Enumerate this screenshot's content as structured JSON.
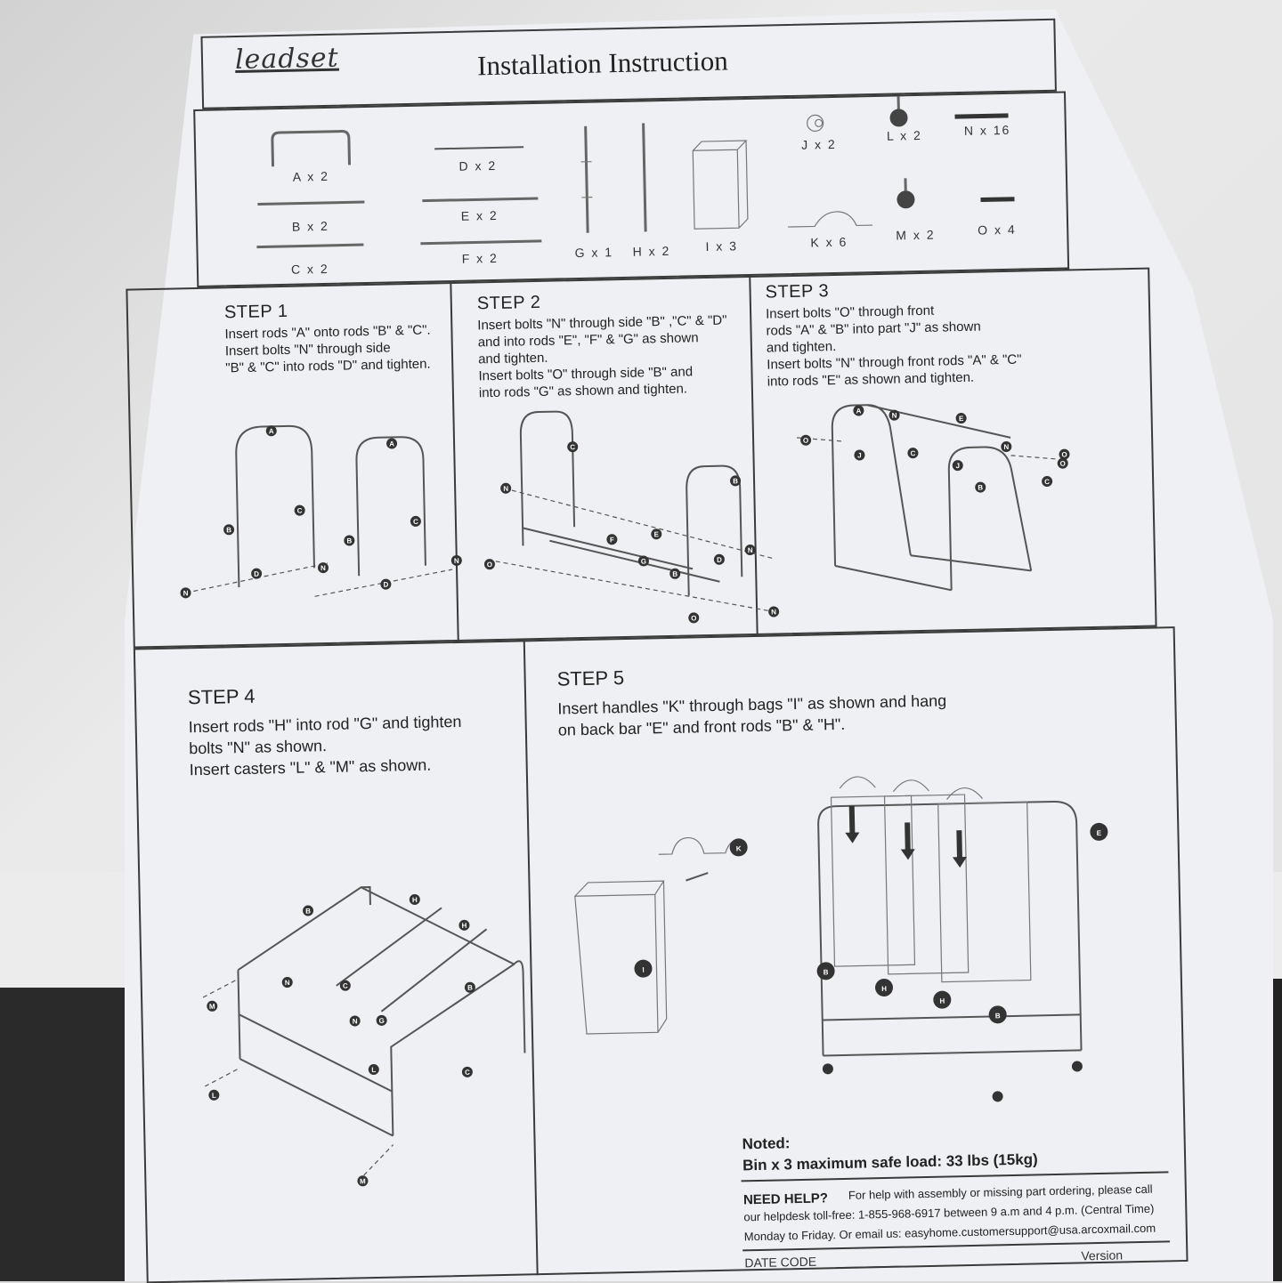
{
  "header": {
    "logo": "leadset",
    "title": "Installation Instruction"
  },
  "parts": [
    {
      "label": "A x 2",
      "icon": "u-frame-icon"
    },
    {
      "label": "B x 2",
      "icon": "rod-icon"
    },
    {
      "label": "C x 2",
      "icon": "rod-icon"
    },
    {
      "label": "D x 2",
      "icon": "rod-icon"
    },
    {
      "label": "E x 2",
      "icon": "rod-icon"
    },
    {
      "label": "F x 2",
      "icon": "rod-icon"
    },
    {
      "label": "G x 1",
      "icon": "post-icon"
    },
    {
      "label": "H x 2",
      "icon": "post-icon"
    },
    {
      "label": "I x 3",
      "icon": "bag-icon"
    },
    {
      "label": "J x 2",
      "icon": "connector-icon"
    },
    {
      "label": "L x 2",
      "icon": "caster-icon"
    },
    {
      "label": "N x 16",
      "icon": "bolt-icon"
    },
    {
      "label": "K x 6",
      "icon": "handle-icon"
    },
    {
      "label": "M x 2",
      "icon": "caster-icon"
    },
    {
      "label": "O x 4",
      "icon": "bolt-icon"
    }
  ],
  "steps": [
    {
      "title": "STEP 1",
      "text": "Insert rods \"A\" onto rods \"B\" & \"C\".\nInsert bolts \"N\" through side\n\"B\" & \"C\" into rods \"D\" and tighten."
    },
    {
      "title": "STEP 2",
      "text": "Insert bolts \"N\" through side \"B\" ,\"C\" & \"D\"\nand into rods \"E\", \"F\" & \"G\" as shown\nand tighten.\nInsert bolts \"O\" through side \"B\" and\ninto rods \"G\" as shown and tighten."
    },
    {
      "title": "STEP 3",
      "text": "Insert bolts \"O\" through front\nrods \"A\" & \"B\" into part \"J\" as shown\nand tighten.\nInsert bolts \"N\" through front rods \"A\" & \"C\"\ninto rods \"E\" as shown and tighten."
    },
    {
      "title": "STEP 4",
      "text": "Insert rods \"H\" into rod \"G\" and tighten\nbolts \"N\" as shown.\nInsert casters \"L\" & \"M\" as shown."
    },
    {
      "title": "STEP  5",
      "text": "Insert handles \"K\" through bags \"I\" as shown and hang\non back bar \"E\" and front rods \"B\" & \"H\"."
    }
  ],
  "noted": {
    "label": "Noted:",
    "text": "Bin x 3 maximum safe load: 33 lbs (15kg)"
  },
  "help": {
    "label": "NEED HELP?",
    "text": "For help with assembly or missing part ordering, please call\nour helpdesk toll-free: 1-855-968-6917 between 9 a.m and 4 p.m. (Central Time)\nMonday to Friday. Or email us: easyhome.customersupport@usa.arcoxmail.com"
  },
  "footer": {
    "date_code": "DATE CODE",
    "version": "Version"
  },
  "diagram_badges": {
    "step1": [
      "A",
      "B",
      "C",
      "N",
      "D",
      "A",
      "B",
      "C",
      "N",
      "D",
      "N"
    ],
    "step2": [
      "C",
      "N",
      "E",
      "F",
      "G",
      "O",
      "B",
      "N",
      "O",
      "N",
      "D",
      "B"
    ],
    "step3": [
      "O",
      "A",
      "J",
      "N",
      "E",
      "B",
      "O",
      "J",
      "C",
      "N",
      "C",
      "O"
    ],
    "step4": [
      "B",
      "H",
      "H",
      "N",
      "C",
      "N",
      "G",
      "B",
      "L",
      "C",
      "M",
      "L",
      "M"
    ],
    "step5": [
      "K",
      "I",
      "E",
      "B",
      "H",
      "H",
      "B"
    ]
  }
}
